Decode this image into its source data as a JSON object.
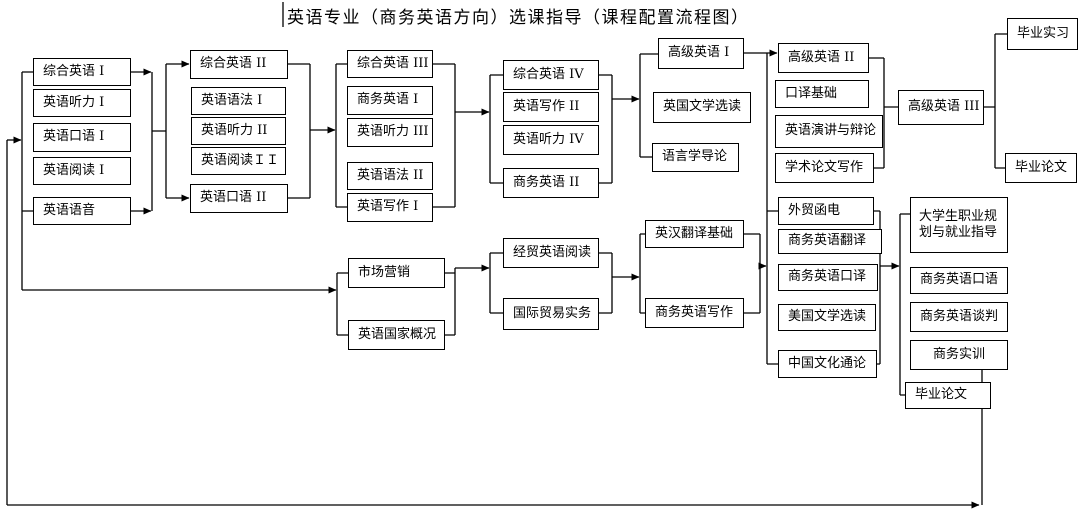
{
  "title": "英语专业（商务英语方向）选课指导（课程配置流程图）",
  "cols": {
    "c1": [
      "综合英语 I",
      "英语听力 I",
      "英语口语 I",
      "英语阅读 I",
      "英语语音"
    ],
    "c2": [
      "综合英语 II",
      "英语语法 I",
      "英语听力 II",
      "英语阅读ＩＩ",
      "英语口语 II"
    ],
    "c3": [
      "综合英语 III",
      "商务英语 I",
      "英语听力 III",
      "英语语法 II",
      "英语写作 I"
    ],
    "c4": [
      "综合英语 IV",
      "英语写作 II",
      "英语听力 IV",
      "商务英语 II"
    ],
    "c5": [
      "高级英语 I",
      "英国文学选读",
      "语言学导论"
    ],
    "c6": [
      "高级英语 II",
      "口译基础",
      "英语演讲与辩论",
      "学术论文写作"
    ],
    "c7": [
      "高级英语 III"
    ],
    "c8": [
      "毕业实习",
      "毕业论文"
    ],
    "l3": [
      "市场营销",
      "英语国家概况"
    ],
    "l4": [
      "经贸英语阅读",
      "国际贸易实务"
    ],
    "l5": [
      "英汉翻译基础",
      "商务英语写作"
    ],
    "l6": [
      "外贸函电",
      "商务英语翻译",
      "商务英语口译",
      "美国文学选读",
      "中国文化通论"
    ],
    "l7": [
      "大学生职业规划与就业指导",
      "商务英语口语",
      "商务英语谈判",
      "商务实训",
      "毕业论文"
    ]
  },
  "colors": {
    "line": "#000000",
    "box_border": "#000000",
    "background": "#ffffff",
    "text": "#000000"
  }
}
